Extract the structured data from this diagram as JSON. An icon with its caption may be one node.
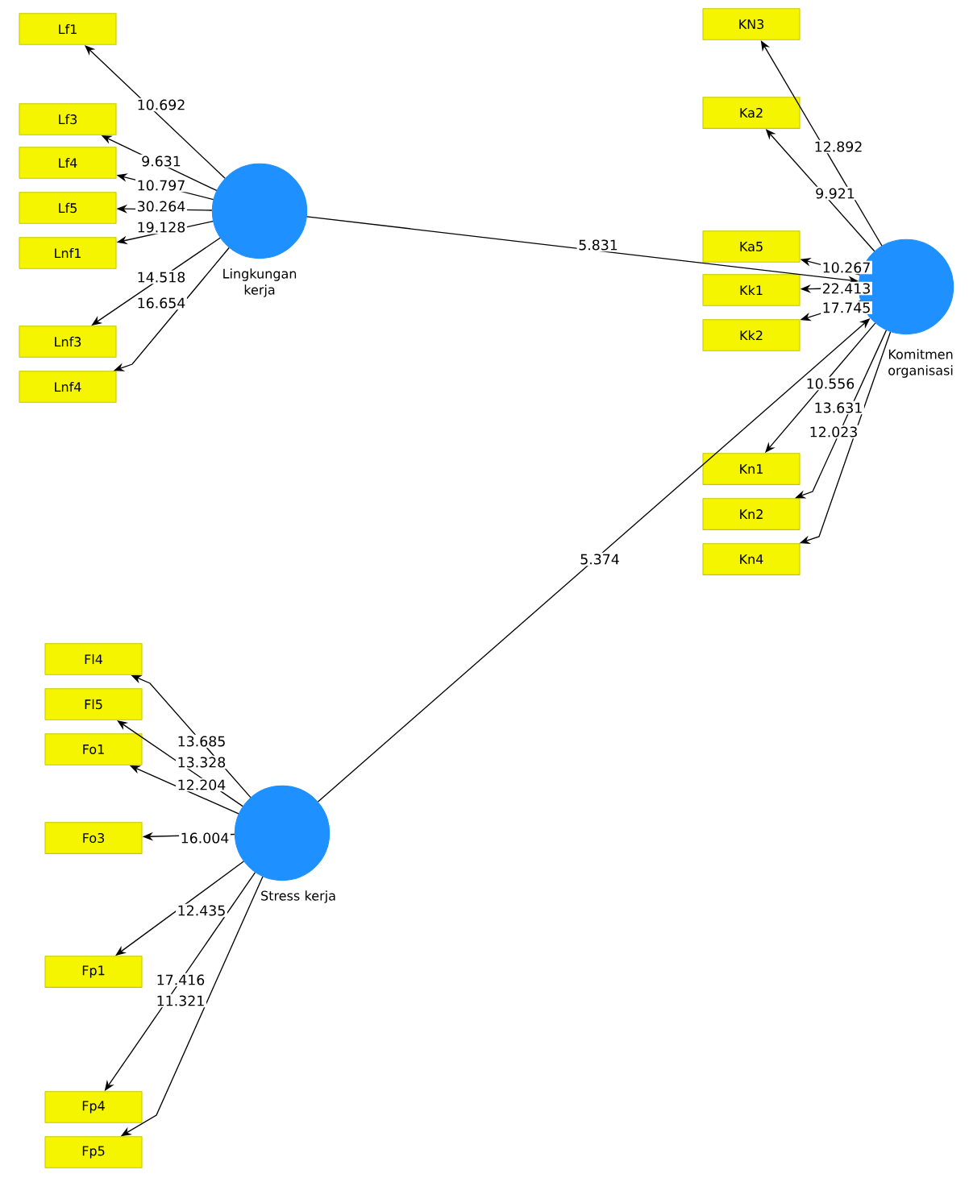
{
  "diagram": {
    "nodes": [
      {
        "text": [
          "Lingkungan kerja"
        ]
      },
      {
        "text": [
          "Komitmen organisasi"
        ]
      },
      {
        "text": [
          "Stress kerja"
        ]
      },
      {
        "text": [
          "Lf1"
        ]
      },
      {
        "text": [
          "Lf3"
        ]
      },
      {
        "text": [
          "Lf4"
        ]
      },
      {
        "text": [
          "Lf5"
        ]
      },
      {
        "text": [
          "Lnf1"
        ]
      },
      {
        "text": [
          "Lnf3"
        ]
      },
      {
        "text": [
          "Lnf4"
        ]
      },
      {
        "text": [
          "KN3"
        ]
      },
      {
        "text": [
          "Ka2"
        ]
      },
      {
        "text": [
          "Ka5"
        ]
      },
      {
        "text": [
          "Kk1"
        ]
      },
      {
        "text": [
          "Kk2"
        ]
      },
      {
        "text": [
          "Kn1"
        ]
      },
      {
        "text": [
          "Kn2"
        ]
      },
      {
        "text": [
          "Kn4"
        ]
      },
      {
        "text": [
          "Fl4"
        ]
      },
      {
        "text": [
          "Fl5"
        ]
      },
      {
        "text": [
          "Fo1"
        ]
      },
      {
        "text": [
          "Fo3"
        ]
      },
      {
        "text": [
          "Fp1"
        ]
      },
      {
        "text": [
          "Fp4"
        ]
      },
      {
        "text": [
          "Fp5"
        ]
      }
    ],
    "edges": [
      {
        "from": 0,
        "to": 3,
        "arrow": "to",
        "label": "10.692"
      },
      {
        "from": 0,
        "to": 4,
        "arrow": "to",
        "label": "9.631"
      },
      {
        "from": 0,
        "to": 5,
        "arrow": "to",
        "label": "10.797"
      },
      {
        "from": 0,
        "to": 6,
        "arrow": "to",
        "label": "30.264"
      },
      {
        "from": 0,
        "to": 7,
        "arrow": "to",
        "label": "19.128"
      },
      {
        "from": 0,
        "to": 8,
        "arrow": "to",
        "label": "14.518"
      },
      {
        "from": 0,
        "to": 9,
        "arrow": "to",
        "label": "16.654"
      },
      {
        "from": 0,
        "to": 1,
        "arrow": "to",
        "label": "5.831"
      },
      {
        "from": 2,
        "to": 1,
        "arrow": "to",
        "label": "5.374"
      },
      {
        "from": 1,
        "to": 10,
        "arrow": "to",
        "label": "12.892"
      },
      {
        "from": 1,
        "to": 11,
        "arrow": "to",
        "label": "9.921"
      },
      {
        "from": 1,
        "to": 12,
        "arrow": "to",
        "label": "10.267"
      },
      {
        "from": 1,
        "to": 13,
        "arrow": "to",
        "label": "22.413"
      },
      {
        "from": 1,
        "to": 14,
        "arrow": "to",
        "label": "17.745"
      },
      {
        "from": 1,
        "to": 15,
        "arrow": "to",
        "label": "10.556"
      },
      {
        "from": 1,
        "to": 16,
        "arrow": "to",
        "label": "13.631"
      },
      {
        "from": 1,
        "to": 17,
        "arrow": "to",
        "label": "12.023"
      },
      {
        "from": 2,
        "to": 18,
        "arrow": "to",
        "label": "13.685"
      },
      {
        "from": 2,
        "to": 19,
        "arrow": "to",
        "label": "13.328"
      },
      {
        "from": 2,
        "to": 20,
        "arrow": "to",
        "label": "12.204"
      },
      {
        "from": 2,
        "to": 21,
        "arrow": "to",
        "label": "16.004"
      },
      {
        "from": 2,
        "to": 22,
        "arrow": "to",
        "label": "12.435"
      },
      {
        "from": 2,
        "to": 23,
        "arrow": "to",
        "label": "17.416"
      },
      {
        "from": 2,
        "to": 24,
        "arrow": "to",
        "label": "11.321"
      }
    ]
  }
}
